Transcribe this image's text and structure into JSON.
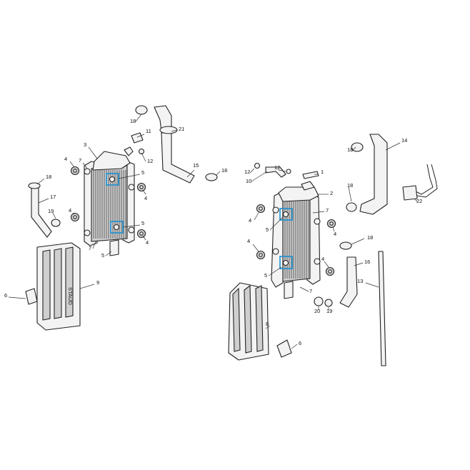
{
  "diagram": {
    "highlight_color": "#1a8fd1",
    "callouts": [
      "1",
      "2",
      "3",
      "4",
      "5",
      "6",
      "7",
      "8",
      "9",
      "10",
      "11",
      "12",
      "13",
      "14",
      "15",
      "16",
      "17",
      "18",
      "19",
      "20",
      "21",
      "22"
    ]
  }
}
